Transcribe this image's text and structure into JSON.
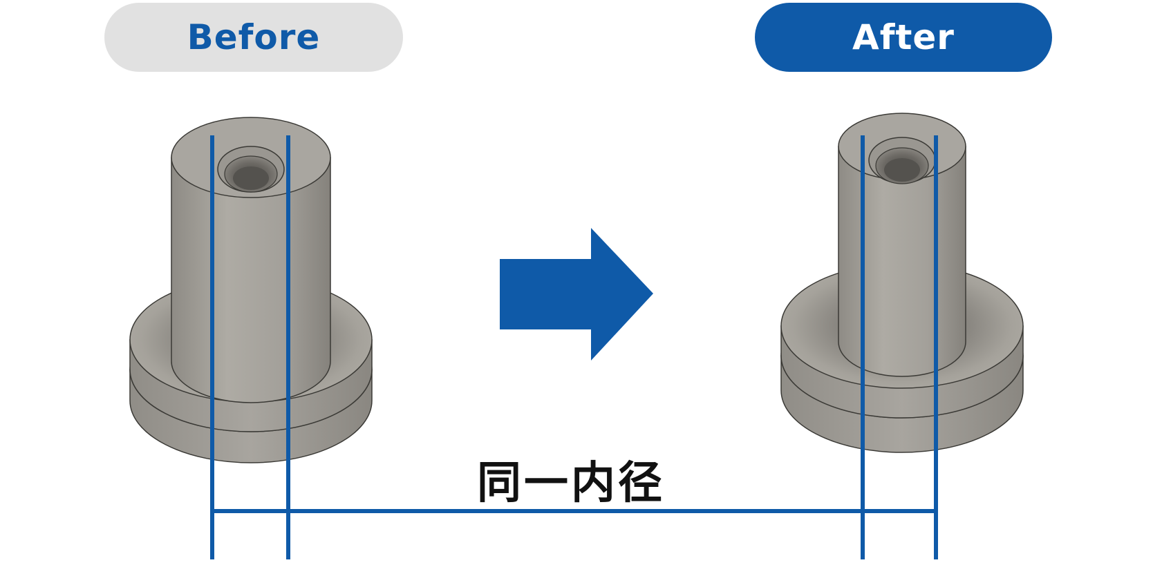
{
  "labels": {
    "before": "Before",
    "after": "After",
    "caption": "同一内径"
  },
  "colors": {
    "accent": "#0f5aa8",
    "pill_before_bg": "#e1e1e1",
    "part_gray": "#a6a39c",
    "part_dark": "#6f6c66"
  },
  "icons": {
    "transition": "right-arrow-icon"
  }
}
